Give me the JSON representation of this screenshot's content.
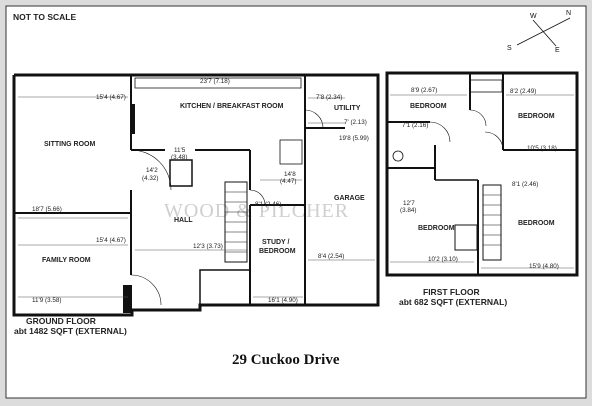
{
  "note": "NOT TO SCALE",
  "compass": {
    "labels": [
      "N",
      "E",
      "S",
      "W"
    ]
  },
  "watermark": "WOOD & PILCHER",
  "title": "29 Cuckoo Drive",
  "ground_floor": {
    "caption_line1": "GROUND FLOOR",
    "caption_line2": "abt 1482  SQFT (EXTERNAL)",
    "rooms": {
      "sitting_room": "SITTING ROOM",
      "kitchen": "KITCHEN / BREAKFAST ROOM",
      "utility": "UTILITY",
      "garage": "GARAGE",
      "hall": "HALL",
      "study_line1": "STUDY /",
      "study_line2": "BEDROOM",
      "family_room": "FAMILY ROOM"
    },
    "dims": {
      "d1": "23'7 (7.18)",
      "d2": "15'4 (4.67)",
      "d3": "7'8 (2.34)",
      "d4": "7' (2.13)",
      "d5": "19'8 (5.99)",
      "d6": "11'5",
      "d7": "(3.48)",
      "d8": "14'2",
      "d9": "(4.32)",
      "d10": "14'8",
      "d11": "(4.47)",
      "d12": "8'1 (2.46)",
      "d13": "18'7 (5.66)",
      "d14": "15'4 (4.67)",
      "d15": "12'3 (3.73)",
      "d16": "8'4 (2.54)",
      "d17": "11'9 (3.58)",
      "d18": "16'1 (4.90)"
    }
  },
  "first_floor": {
    "caption_line1": "FIRST FLOOR",
    "caption_line2": "abt 682 SQFT (EXTERNAL)",
    "rooms": {
      "bedroom_a": "BEDROOM",
      "bedroom_b": "BEDROOM",
      "bedroom_c": "BEDROOM",
      "bedroom_d": "BEDROOM"
    },
    "dims": {
      "f1": "8'9 (2.67)",
      "f2": "8'2 (2.49)",
      "f3": "7'1 (2.16)",
      "f4": "10'5 (3.18)",
      "f5": "12'7",
      "f6": "(3.84)",
      "f7": "8'1 (2.46)",
      "f8": "10'2 (3.10)",
      "f9": "15'9 (4.80)"
    }
  }
}
